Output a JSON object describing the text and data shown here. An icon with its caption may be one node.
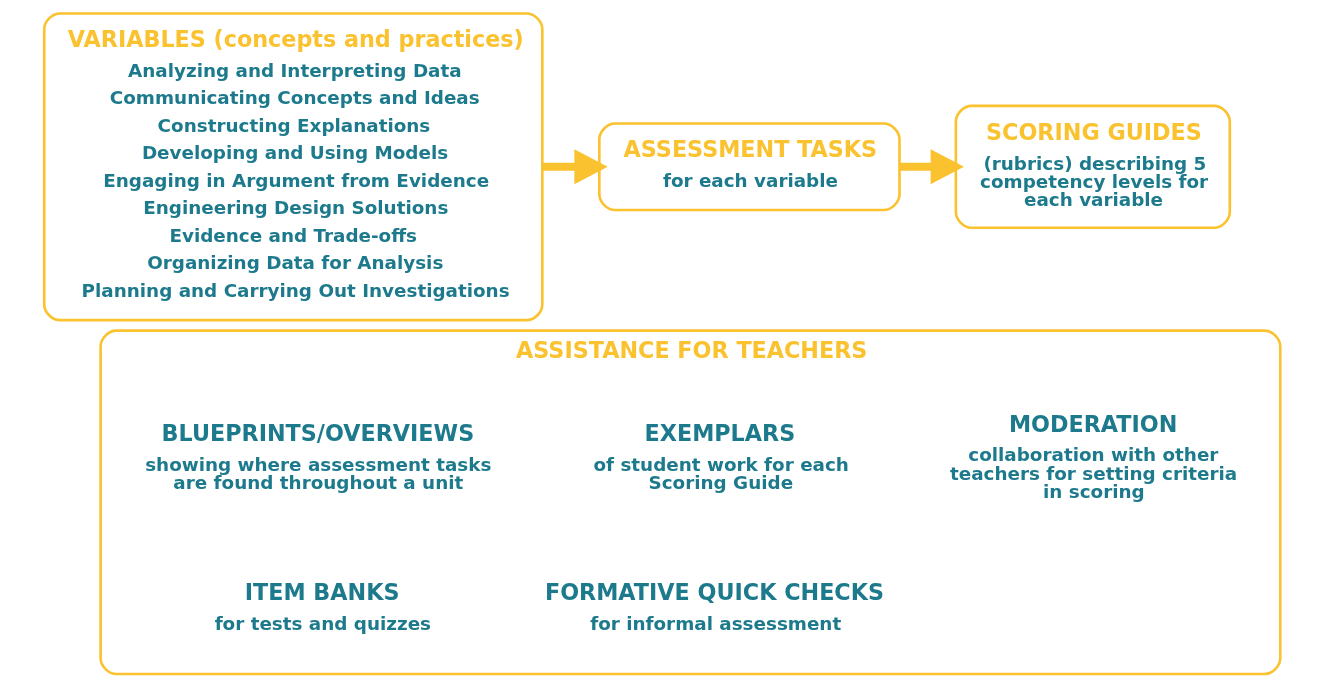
{
  "diagram": {
    "nodes": [
      {
        "text": [
          "VARIABLES (concepts and practices)",
          "Analyzing and Interpreting Data",
          "Communicating Concepts and Ideas",
          "Constructing Explanations",
          "Developing and Using Models",
          "Engaging in Argument from Evidence",
          "Engineering Design Solutions",
          "Evidence and Trade-offs",
          "Organizing Data for Analysis",
          "Planning and Carrying Out Investigations"
        ]
      },
      {
        "text": [
          "ASSESSMENT TASKS",
          "for each variable"
        ]
      },
      {
        "text": [
          "SCORING GUIDES",
          "(rubrics) describing 5 competency levels for each variable"
        ]
      },
      {
        "text": [
          "ASSISTANCE FOR TEACHERS"
        ]
      },
      {
        "text": [
          "BLUEPRINTS/OVERVIEWS",
          "showing where assessment tasks are found throughout a unit"
        ],
        "in": 3
      },
      {
        "text": [
          "EXEMPLARS",
          "of student work for each Scoring Guide"
        ],
        "in": 3
      },
      {
        "text": [
          "MODERATION",
          "collaboration with other teachers for setting criteria in scoring"
        ],
        "in": 3
      },
      {
        "text": [
          "ITEM BANKS",
          "for tests and quizzes"
        ],
        "in": 3
      },
      {
        "text": [
          "FORMATIVE QUICK CHECKS",
          "for informal assessment"
        ],
        "in": 3
      }
    ],
    "edges": [
      {
        "from": 0,
        "to": 1,
        "arrow": "to"
      },
      {
        "from": 1,
        "to": 2,
        "arrow": "to"
      }
    ]
  }
}
